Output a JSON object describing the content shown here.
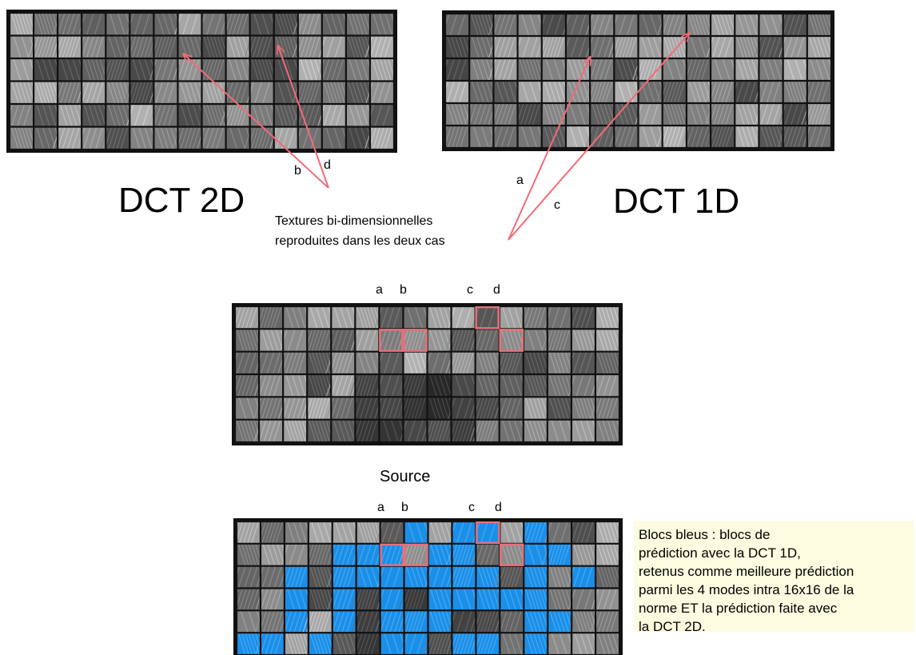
{
  "labels": {
    "dct2d": "DCT 2D",
    "dct1d": "DCT 1D",
    "textures": "Textures bi-dimensionnelles\nreproduites dans les deux cas",
    "source": "Source",
    "arrow_b": "b",
    "arrow_d": "d",
    "arrow_a": "a",
    "arrow_c": "c",
    "col_a": "a",
    "col_b": "b",
    "col_c": "c",
    "col_d": "d"
  },
  "note": "Blocs bleus : blocs de\nprédiction avec la DCT 1D,\nretenus comme meilleure prédiction\nparmi les 4 modes intra 16x16 de la\nnorme ET la prédiction faite avec\nla DCT 2D.",
  "colors": {
    "arrow": "#f26b78",
    "highlight": "#e8707a",
    "blue_block": "#1b8fe8",
    "note_bg": "#fdfbe0"
  },
  "grid": {
    "cols": 16,
    "rows": 6
  },
  "highlighted_blocks": [
    {
      "label": "a",
      "row": 1,
      "col": 6
    },
    {
      "label": "b",
      "row": 1,
      "col": 7
    },
    {
      "label": "c",
      "row": 0,
      "col": 10
    },
    {
      "label": "d",
      "row": 1,
      "col": 11
    }
  ],
  "blue_blocks": [
    [
      0,
      7
    ],
    [
      0,
      9
    ],
    [
      0,
      10
    ],
    [
      0,
      12
    ],
    [
      1,
      4
    ],
    [
      1,
      5
    ],
    [
      1,
      6
    ],
    [
      1,
      8
    ],
    [
      1,
      9
    ],
    [
      1,
      12
    ],
    [
      1,
      13
    ],
    [
      2,
      2
    ],
    [
      2,
      4
    ],
    [
      2,
      5
    ],
    [
      2,
      6
    ],
    [
      2,
      7
    ],
    [
      2,
      8
    ],
    [
      2,
      9
    ],
    [
      2,
      10
    ],
    [
      2,
      12
    ],
    [
      2,
      14
    ],
    [
      3,
      2
    ],
    [
      3,
      4
    ],
    [
      3,
      6
    ],
    [
      3,
      8
    ],
    [
      3,
      9
    ],
    [
      3,
      10
    ],
    [
      3,
      11
    ],
    [
      3,
      12
    ],
    [
      4,
      2
    ],
    [
      4,
      4
    ],
    [
      4,
      6
    ],
    [
      4,
      7
    ],
    [
      4,
      8
    ],
    [
      4,
      12
    ],
    [
      4,
      13
    ],
    [
      5,
      0
    ],
    [
      5,
      1
    ],
    [
      5,
      3
    ],
    [
      5,
      6
    ],
    [
      5,
      7
    ],
    [
      5,
      9
    ],
    [
      5,
      10
    ],
    [
      5,
      12
    ]
  ]
}
